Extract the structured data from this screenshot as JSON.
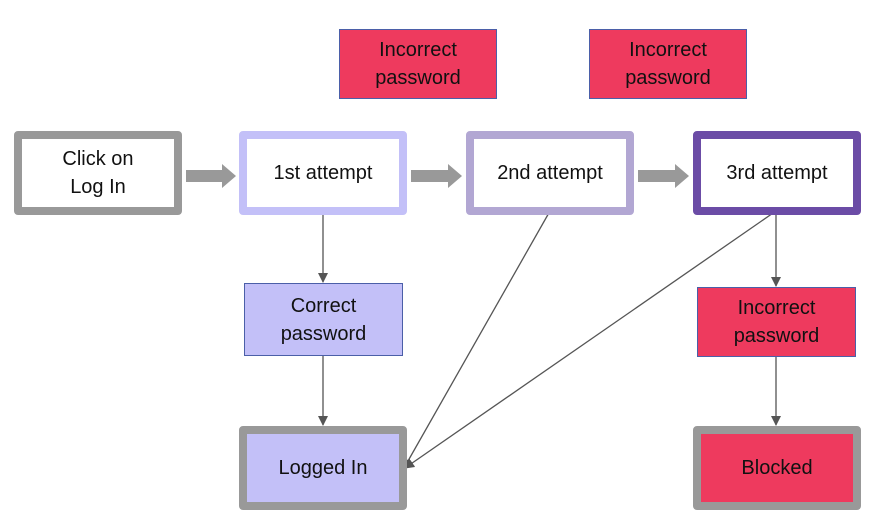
{
  "diagram": {
    "nodes": {
      "click_login": {
        "label": "Click on\nLog In",
        "fill": "#ffffff",
        "border": "#999999"
      },
      "attempt_1": {
        "label": "1st attempt",
        "fill": "#ffffff",
        "border": "#c3c0f8"
      },
      "attempt_2": {
        "label": "2nd attempt",
        "fill": "#ffffff",
        "border": "#b2a7d3"
      },
      "attempt_3": {
        "label": "3rd attempt",
        "fill": "#ffffff",
        "border": "#6b4ca6"
      },
      "incorrect_1": {
        "label": "Incorrect\npassword",
        "fill": "#ee3a5e",
        "border": "#4b5fa8"
      },
      "incorrect_2": {
        "label": "Incorrect\npassword",
        "fill": "#ee3a5e",
        "border": "#4b5fa8"
      },
      "correct": {
        "label": "Correct\npassword",
        "fill": "#c3c0f8",
        "border": "#4b5fa8"
      },
      "incorrect_3": {
        "label": "Incorrect\npassword",
        "fill": "#ee3a5e",
        "border": "#4b5fa8"
      },
      "logged_in": {
        "label": "Logged In",
        "fill": "#c3c0f8",
        "border": "#999999"
      },
      "blocked": {
        "label": "Blocked",
        "fill": "#ee3a5e",
        "border": "#999999"
      }
    },
    "edges": [
      {
        "from": "click_login",
        "to": "attempt_1",
        "style": "block-arrow"
      },
      {
        "from": "attempt_1",
        "to": "attempt_2",
        "style": "block-arrow"
      },
      {
        "from": "attempt_2",
        "to": "attempt_3",
        "style": "block-arrow"
      },
      {
        "from": "attempt_1",
        "to": "correct",
        "style": "line-arrow"
      },
      {
        "from": "correct",
        "to": "logged_in",
        "style": "line-arrow"
      },
      {
        "from": "attempt_2",
        "to": "logged_in",
        "style": "line-arrow"
      },
      {
        "from": "attempt_3",
        "to": "logged_in",
        "style": "line-arrow"
      },
      {
        "from": "attempt_3",
        "to": "incorrect_3",
        "style": "line-arrow"
      },
      {
        "from": "incorrect_3",
        "to": "blocked",
        "style": "line-arrow"
      }
    ],
    "colors": {
      "block_arrow": "#999999",
      "line_arrow": "#555555"
    }
  }
}
